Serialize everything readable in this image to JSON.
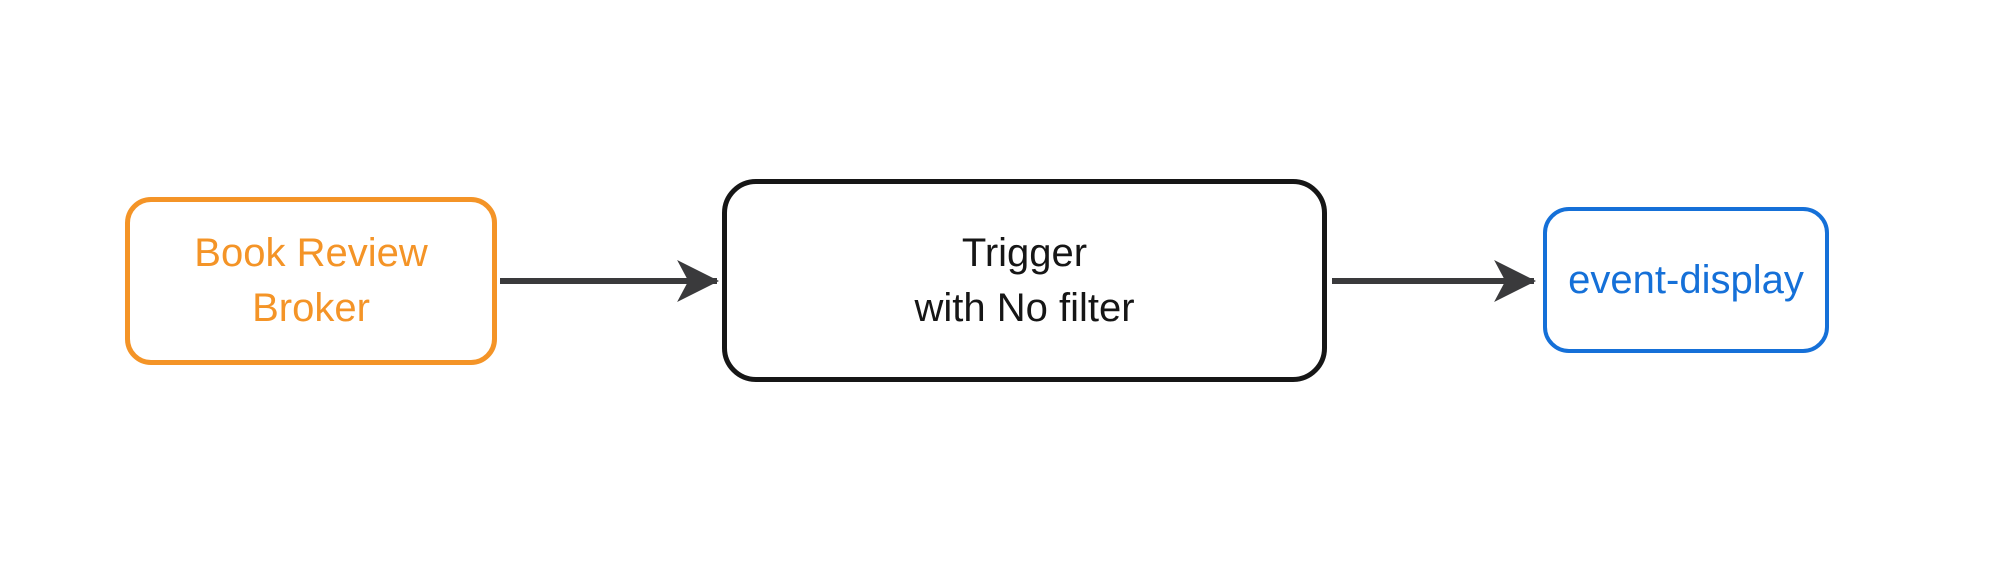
{
  "diagram": {
    "type": "flow",
    "background_color": "#ffffff",
    "arrow_color": "#3a3a3c",
    "nodes": [
      {
        "id": "book-review-broker",
        "lines": [
          "Book Review",
          "Broker"
        ],
        "text_color": "#f49427",
        "border_color": "#f49427"
      },
      {
        "id": "trigger",
        "lines": [
          "Trigger",
          "with No filter"
        ],
        "text_color": "#161616",
        "border_color": "#161616"
      },
      {
        "id": "event-display",
        "lines": [
          "event-display"
        ],
        "text_color": "#1570d8",
        "border_color": "#1570d8"
      }
    ],
    "edges": [
      {
        "from": "book-review-broker",
        "to": "trigger"
      },
      {
        "from": "trigger",
        "to": "event-display"
      }
    ]
  }
}
